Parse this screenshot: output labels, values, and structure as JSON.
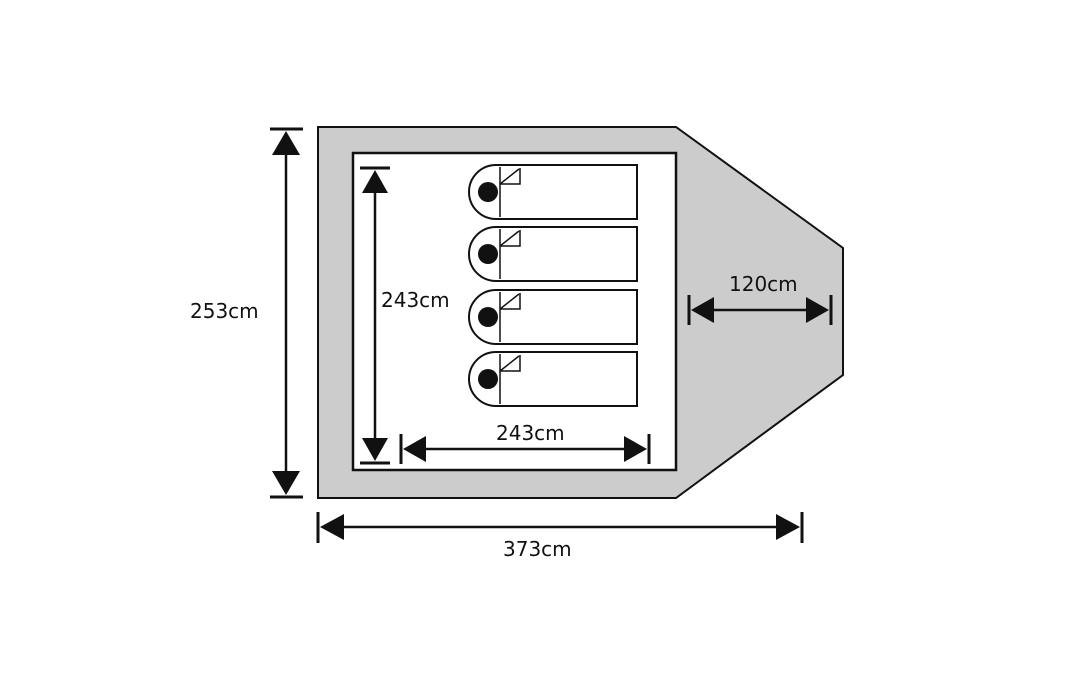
{
  "diagram": {
    "labels": {
      "outer_height": "253cm",
      "outer_length": "373cm",
      "inner_height": "243cm",
      "inner_width": "243cm",
      "porch_depth": "120cm"
    },
    "colors": {
      "floor_fill": "#cccccc",
      "inner_fill": "#ffffff",
      "line": "#111111",
      "background": "#ffffff"
    },
    "sleeping_bags": [
      {
        "icon": "sleeping-bag-icon"
      },
      {
        "icon": "sleeping-bag-icon"
      },
      {
        "icon": "sleeping-bag-icon"
      },
      {
        "icon": "sleeping-bag-icon"
      }
    ]
  }
}
